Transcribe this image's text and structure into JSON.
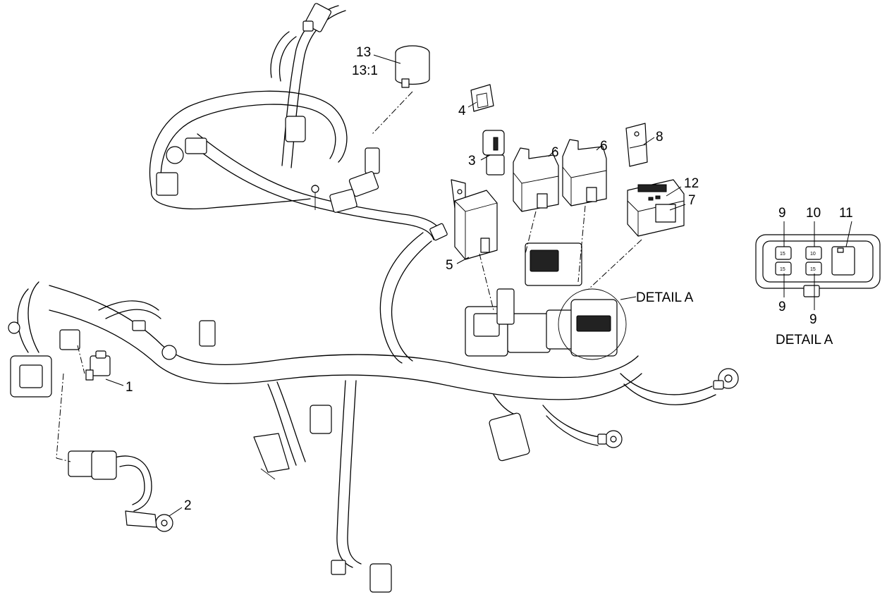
{
  "callouts": {
    "c1": "1",
    "c2": "2",
    "c3": "3",
    "c4": "4",
    "c5": "5",
    "c6a": "6",
    "c6b": "6",
    "c7": "7",
    "c8": "8",
    "c9a": "9",
    "c9b": "9",
    "c9c": "9",
    "c10": "10",
    "c11": "11",
    "c12": "12",
    "c13": "13",
    "c13_1": "13:1"
  },
  "detail_labels": {
    "main": "DETAIL A",
    "inset": "DETAIL A"
  },
  "fuse_rating_labels": [
    "15",
    "10",
    "15",
    "15"
  ]
}
